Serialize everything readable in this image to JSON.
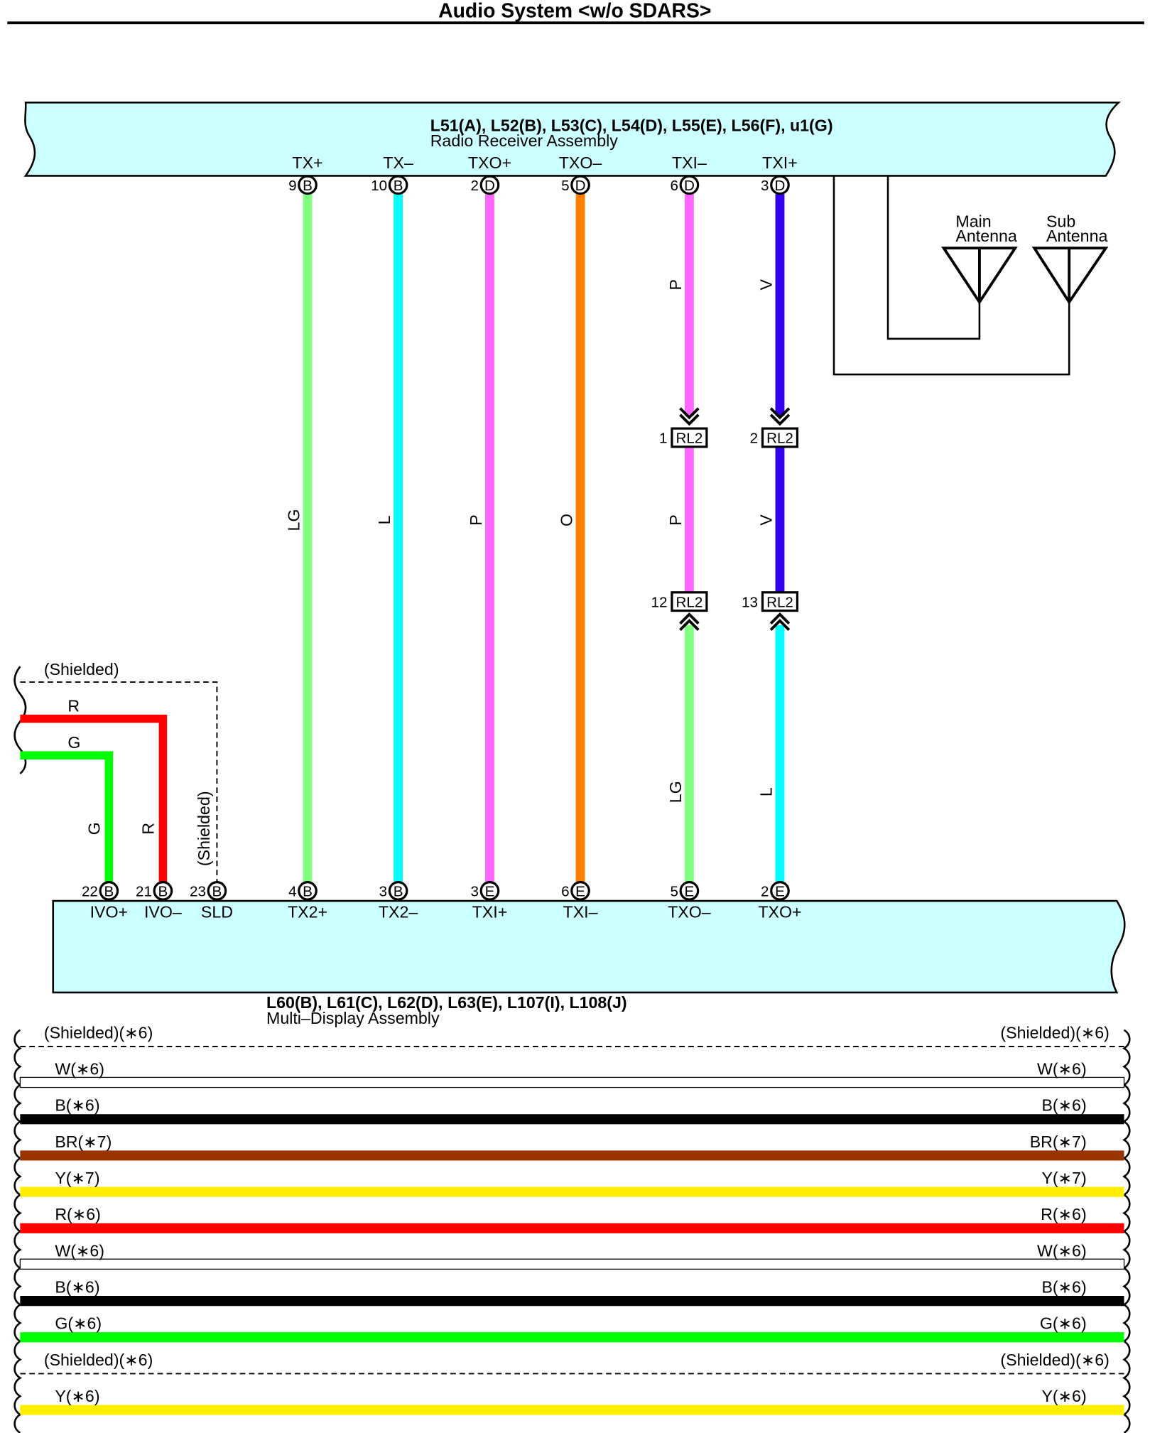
{
  "title": "Audio System <w/o SDARS>",
  "colors": {
    "component_fill": "#ccffff",
    "R": "#ff0000",
    "G": "#00ff00",
    "LG": "#80ff80",
    "L": "#00ffff",
    "P": "#ff66ff",
    "O": "#ff8000",
    "V": "#3300ee",
    "B": "#000000",
    "BR": "#993300",
    "Y": "#ffee00",
    "W": "#ffffff"
  },
  "icons": [
    "wave-break-icon",
    "antenna-icon",
    "connector-circle-icon",
    "in-line-connector-icon",
    "chevron-arrow-icon"
  ],
  "radio_receiver": {
    "connectors": "L51(A), L52(B), L53(C), L54(D), L55(E), L56(F), u1(G)",
    "name": "Radio Receiver Assembly"
  },
  "multi_display": {
    "connectors": "L60(B), L61(C), L62(D), L63(E), L107(I), L108(J)",
    "name": "Multi–Display Assembly"
  },
  "antennas": {
    "main_line1": "Main",
    "main_line2": "Antenna",
    "sub_line1": "Sub",
    "sub_line2": "Antenna"
  },
  "top_pins": [
    {
      "signal": "TX+",
      "pin": "9",
      "conn": "B"
    },
    {
      "signal": "TX–",
      "pin": "10",
      "conn": "B"
    },
    {
      "signal": "TXO+",
      "pin": "2",
      "conn": "D"
    },
    {
      "signal": "TXO–",
      "pin": "5",
      "conn": "D"
    },
    {
      "signal": "TXI–",
      "pin": "6",
      "conn": "D"
    },
    {
      "signal": "TXI+",
      "pin": "3",
      "conn": "D"
    }
  ],
  "bottom_pins": [
    {
      "signal": "IVO+",
      "pin": "22",
      "conn": "B"
    },
    {
      "signal": "IVO–",
      "pin": "21",
      "conn": "B"
    },
    {
      "signal": "SLD",
      "pin": "23",
      "conn": "B"
    },
    {
      "signal": "TX2+",
      "pin": "4",
      "conn": "B"
    },
    {
      "signal": "TX2–",
      "pin": "3",
      "conn": "B"
    },
    {
      "signal": "TXI+",
      "pin": "3",
      "conn": "E"
    },
    {
      "signal": "TXI–",
      "pin": "6",
      "conn": "E"
    },
    {
      "signal": "TXO–",
      "pin": "5",
      "conn": "E"
    },
    {
      "signal": "TXO+",
      "pin": "2",
      "conn": "E"
    }
  ],
  "wires": [
    {
      "color_code": "LG"
    },
    {
      "color_code": "L"
    },
    {
      "color_code": "P"
    },
    {
      "color_code": "O"
    },
    {
      "upper_code": "P",
      "mid_code": "P",
      "lower_code": "LG",
      "rl2_upper_pin": "1",
      "rl2_lower_pin": "12"
    },
    {
      "upper_code": "V",
      "mid_code": "V",
      "lower_code": "L",
      "rl2_upper_pin": "2",
      "rl2_lower_pin": "13"
    }
  ],
  "inline_connector": "RL2",
  "left_group": {
    "shielded_top": "(Shielded)",
    "r_label": "R",
    "g_label": "G",
    "g_vertical": "G",
    "r_vertical": "R",
    "shield_vertical": "(Shielded)"
  },
  "bottom_rows": [
    {
      "label": "(Shielded)(∗6)",
      "code": "shield"
    },
    {
      "label": "W(∗6)",
      "code": "W"
    },
    {
      "label": "B(∗6)",
      "code": "B"
    },
    {
      "label": "BR(∗7)",
      "code": "BR"
    },
    {
      "label": "Y(∗7)",
      "code": "Y"
    },
    {
      "label": "R(∗6)",
      "code": "R"
    },
    {
      "label": "W(∗6)",
      "code": "W"
    },
    {
      "label": "B(∗6)",
      "code": "B"
    },
    {
      "label": "G(∗6)",
      "code": "G"
    },
    {
      "label": "(Shielded)(∗6)",
      "code": "shield"
    },
    {
      "label": "Y(∗6)",
      "code": "Y"
    }
  ]
}
